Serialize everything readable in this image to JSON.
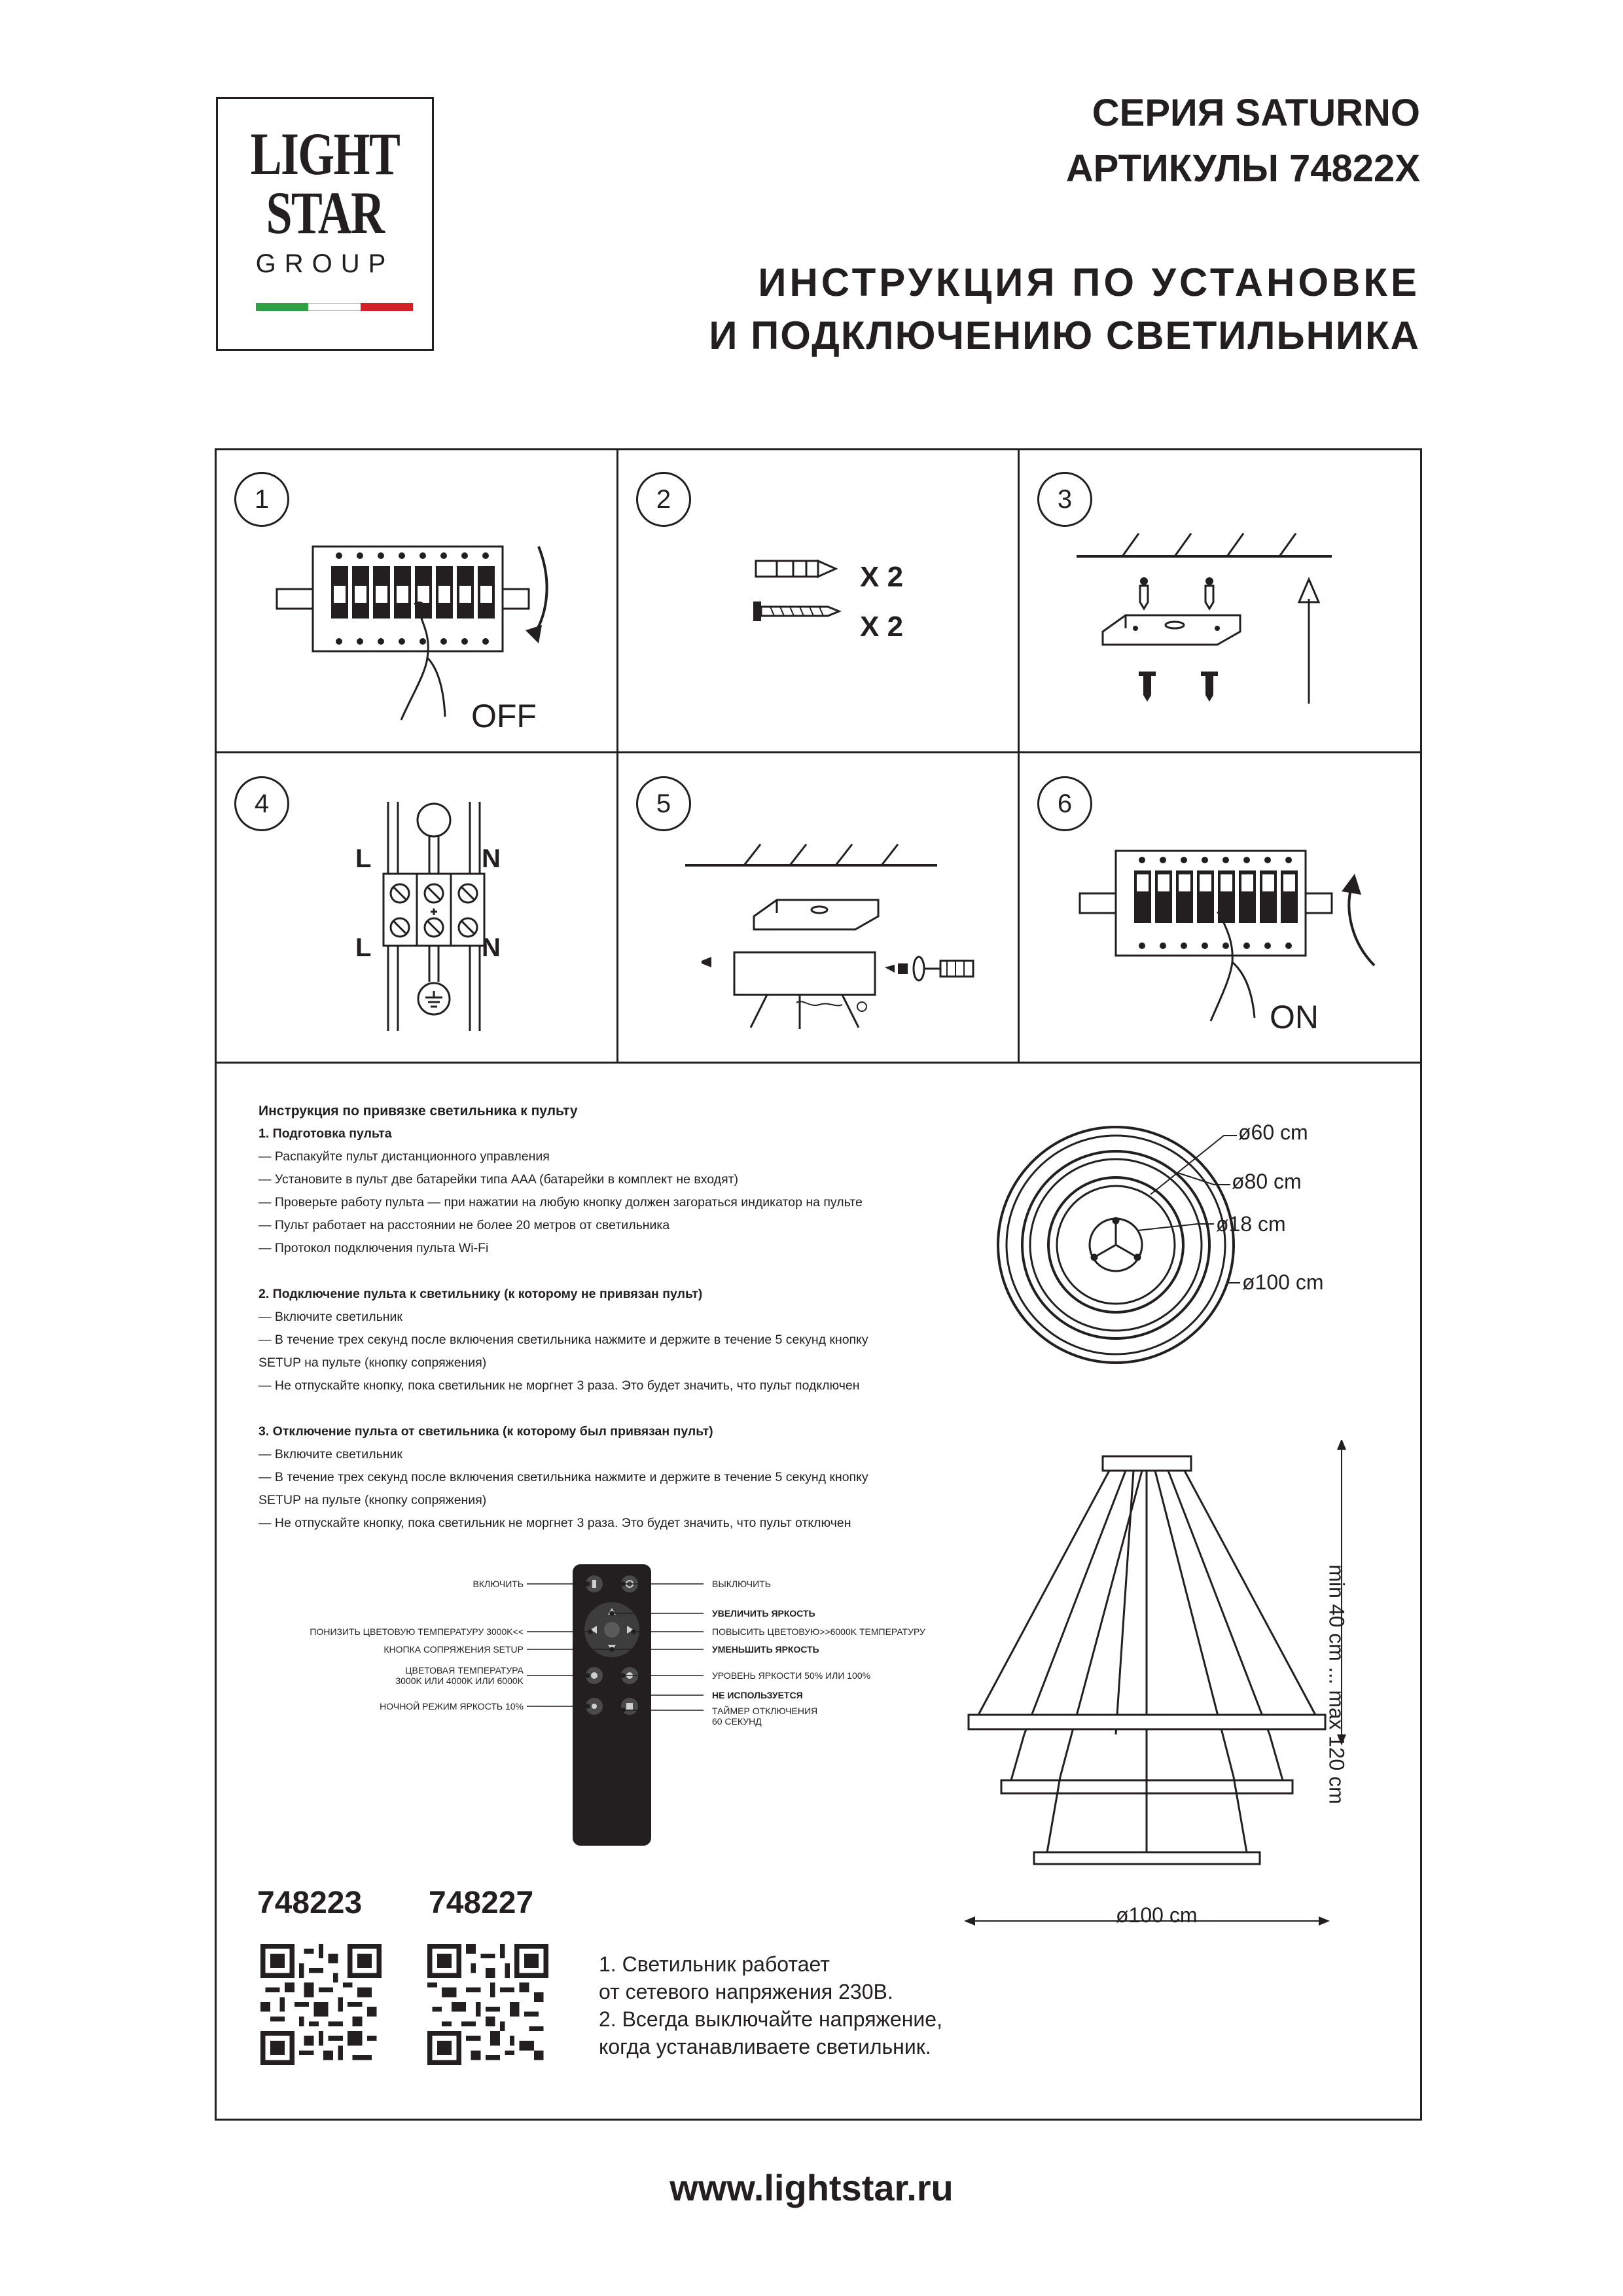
{
  "logo": {
    "line1": "LIGHT",
    "line2": "STAR",
    "line3": "GROUP"
  },
  "header": {
    "series": "СЕРИЯ SATURNO",
    "articles": "АРТИКУЛЫ 74822X",
    "title_line1": "ИНСТРУКЦИЯ ПО УСТАНОВКЕ",
    "title_line2": "И ПОДКЛЮЧЕНИЮ СВЕТИЛЬНИКА"
  },
  "steps": {
    "s1": {
      "num": "1",
      "label": "OFF"
    },
    "s2": {
      "num": "2",
      "qty1": "X 2",
      "qty2": "X 2"
    },
    "s3": {
      "num": "3"
    },
    "s4": {
      "num": "4",
      "l_top": "L",
      "n_top": "N",
      "l_bottom": "L",
      "n_bottom": "N"
    },
    "s5": {
      "num": "5"
    },
    "s6": {
      "num": "6",
      "label": "ON"
    }
  },
  "instructions": {
    "title": "Инструкция по привязке светильника к пульту",
    "sec1_title": "1. Подготовка пульта",
    "sec1_items": [
      "— Распакуйте пульт дистанционного управления",
      "— Установите в пульт две батарейки типа AAA (батарейки в комплект не входят)",
      "— Проверьте работу пульта — при нажатии на любую кнопку должен загораться индикатор на пульте",
      "— Пульт работает на расстоянии не более 20 метров от светильника",
      "— Протокол подключения пульта Wi-Fi"
    ],
    "sec2_title": "2. Подключение пульта к светильнику (к которому не привязан пульт)",
    "sec2_items": [
      "— Включите светильник",
      "— В течение трех секунд после включения светильника нажмите и держите в течение 5 секунд кнопку",
      "SETUP на пульте (кнопку сопряжения)",
      "— Не отпускайте кнопку, пока светильник не моргнет 3 раза. Это будет значить, что пульт подключен"
    ],
    "sec3_title": "3. Отключение пульта от светильника (к которому был привязан пульт)",
    "sec3_items": [
      "— Включите светильник",
      "— В течение трех секунд после включения светильника нажмите и держите в течение 5 секунд кнопку",
      "SETUP на пульте (кнопку сопряжения)",
      "— Не отпускайте кнопку, пока светильник не моргнет 3 раза. Это будет значить, что пульт отключен"
    ]
  },
  "remote": {
    "left": {
      "on": "ВКЛЮЧИТЬ",
      "cooler": "ПОНИЗИТЬ ЦВЕТОВУЮ ТЕМПЕРАТУРУ 3000K<<",
      "setup": "КНОПКА СОПРЯЖЕНИЯ SETUP",
      "ct1": "ЦВЕТОВАЯ ТЕМПЕРАТУРА",
      "ct2": "3000K ИЛИ 4000K ИЛИ 6000K",
      "night": "НОЧНОЙ РЕЖИМ ЯРКОСТЬ 10%"
    },
    "right": {
      "off": "ВЫКЛЮЧИТЬ",
      "bright_up": "УВЕЛИЧИТЬ ЯРКОСТЬ",
      "warmer": "ПОВЫСИТЬ ЦВЕТОВУЮ>>6000K ТЕМПЕРАТУРУ",
      "bright_down": "УМЕНЬШИТЬ ЯРКОСТЬ",
      "level": "УРОВЕНЬ ЯРКОСТИ 50% ИЛИ 100%",
      "unused": "НЕ ИСПОЛЬЗУЕТСЯ",
      "timer1": "ТАЙМЕР ОТКЛЮЧЕНИЯ",
      "timer2": "60 СЕКУНД"
    }
  },
  "dimensions": {
    "d60": "ø60 cm",
    "d80": "ø80 cm",
    "d18": "ø18 cm",
    "d100": "ø100 cm",
    "height": "min 40 cm ... max 120 cm",
    "width": "ø100 cm"
  },
  "articles": {
    "a1": "748223",
    "a2": "748227"
  },
  "notes": {
    "n1a": "1. Светильник работает",
    "n1b": "от сетевого напряжения 230В.",
    "n2a": "2. Всегда выключайте напряжение,",
    "n2b": "когда устанавливаете светильник."
  },
  "footer": {
    "url": "www.lightstar.ru"
  }
}
